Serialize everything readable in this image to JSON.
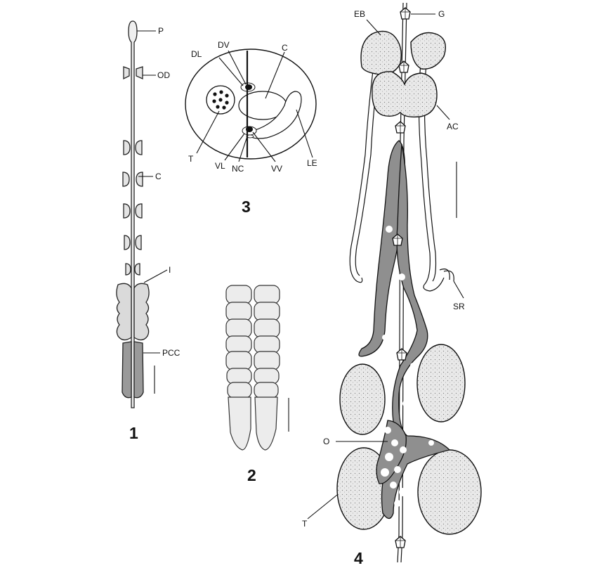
{
  "figure_numbers": [
    "1",
    "2",
    "3",
    "4"
  ],
  "fig1_labels": {
    "p": "P",
    "od": "OD",
    "c": "C",
    "i": "I",
    "pcc": "PCC"
  },
  "fig3_labels": {
    "dv": "DV",
    "dl": "DL",
    "c": "C",
    "t": "T",
    "vl": "VL",
    "nc": "NC",
    "vv": "VV",
    "le": "LE"
  },
  "fig4_labels": {
    "eb": "EB",
    "g": "G",
    "ac": "AC",
    "sr": "SR",
    "o": "O",
    "t": "T"
  },
  "colors": {
    "ink": "#111111",
    "tissue_light": "#e6e6e6",
    "tissue_mid": "#cfcfcf",
    "ovary_dark": "#8c8c8c"
  }
}
